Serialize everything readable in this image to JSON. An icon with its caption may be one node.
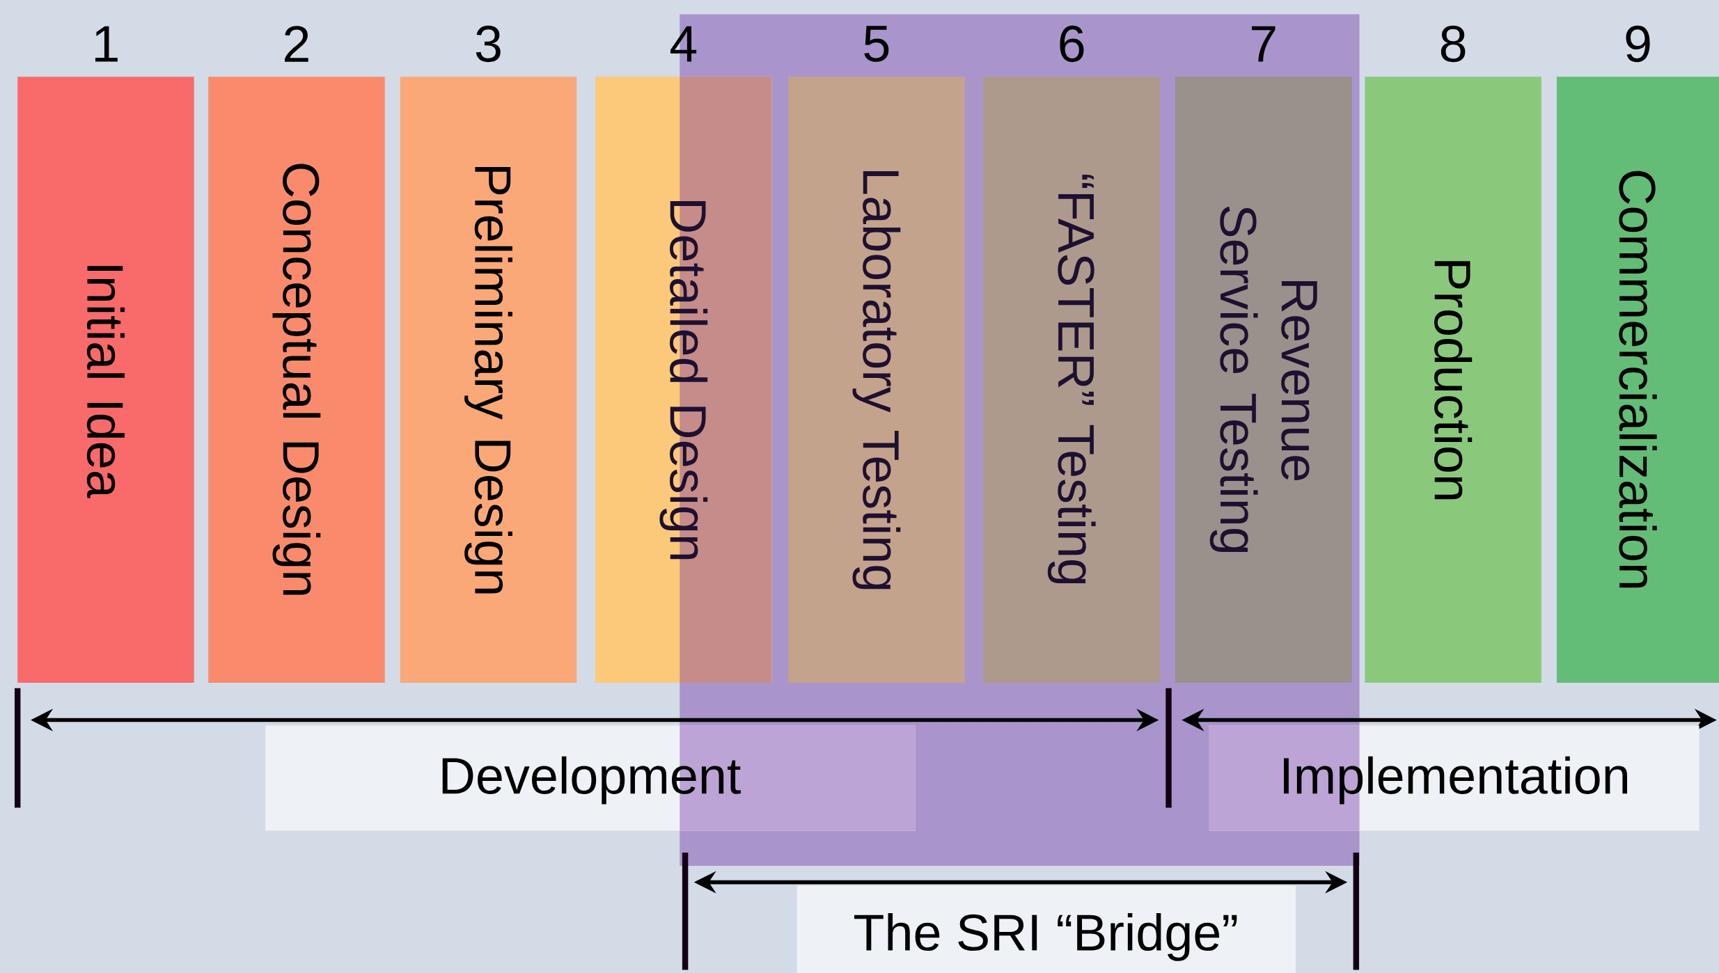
{
  "diagram": {
    "nodes": [
      {
        "text": [
          "Initial Idea"
        ],
        "beside": [
          "1"
        ]
      },
      {
        "text": [
          "Conceptual Design"
        ],
        "beside": [
          "2"
        ]
      },
      {
        "text": [
          "Preliminary Design"
        ],
        "beside": [
          "3"
        ]
      },
      {
        "text": [
          "Detailed Design"
        ],
        "beside": [
          "4"
        ]
      },
      {
        "text": [
          "Laboratory Testing"
        ],
        "beside": [
          "5"
        ]
      },
      {
        "text": [
          "“FASTER” Testing"
        ],
        "beside": [
          "6"
        ]
      },
      {
        "text": [
          "Revenue Service Testing"
        ],
        "beside": [
          "7"
        ]
      },
      {
        "text": [
          "Production"
        ],
        "beside": [
          "8"
        ]
      },
      {
        "text": [
          "Commercialization"
        ],
        "beside": [
          "9"
        ]
      }
    ],
    "edges": [],
    "labels": [
      "Development",
      "Implementation",
      "The SRI “Bridge”"
    ]
  }
}
